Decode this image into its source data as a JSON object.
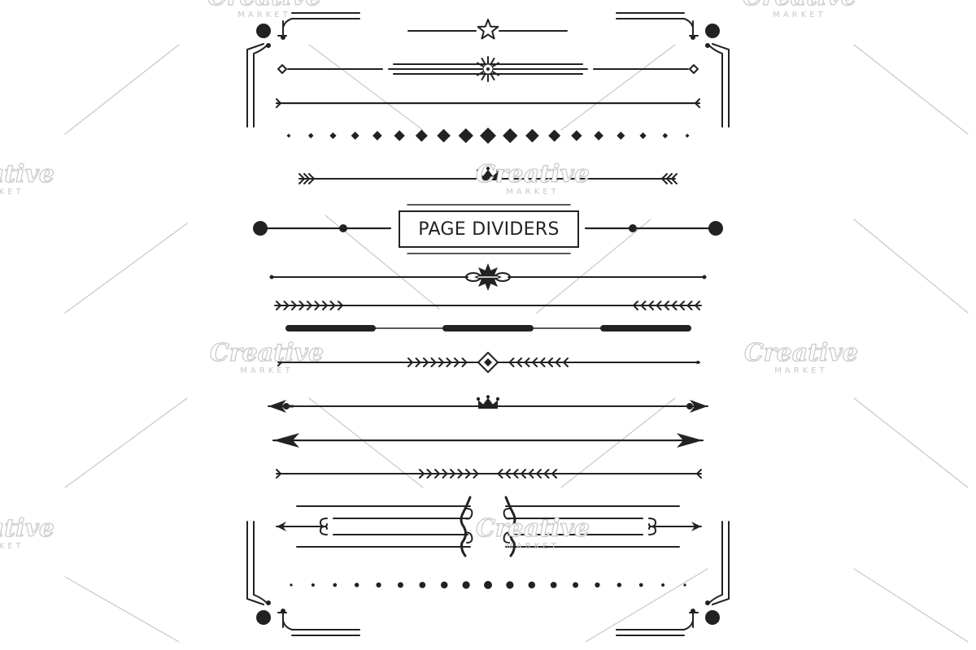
{
  "title": "PAGE DIVIDERS",
  "ink_color": "#222222",
  "watermark_color": "#c8c8c8",
  "watermark": {
    "word": "Creative",
    "sub": "MARKET"
  },
  "dividers": [
    "star-divider",
    "sunburst-divider",
    "arrow-line-divider",
    "diamond-dots-divider",
    "crown-arrow-divider",
    "title-ball-divider",
    "ornament-divider",
    "chevron-arrows-divider",
    "bold-dash-divider",
    "chevron-diamond-divider",
    "crown-tip-divider",
    "arrowhead-divider",
    "chevron-center-divider",
    "scroll-frame-divider",
    "dot-row-divider"
  ],
  "corners": [
    "top-left-corner",
    "top-right-corner",
    "bottom-left-corner",
    "bottom-right-corner"
  ],
  "icons": [
    "star-icon",
    "sunburst-icon",
    "crown-icon",
    "diamond-icon",
    "swirl-ornament-icon",
    "scroll-icon"
  ]
}
